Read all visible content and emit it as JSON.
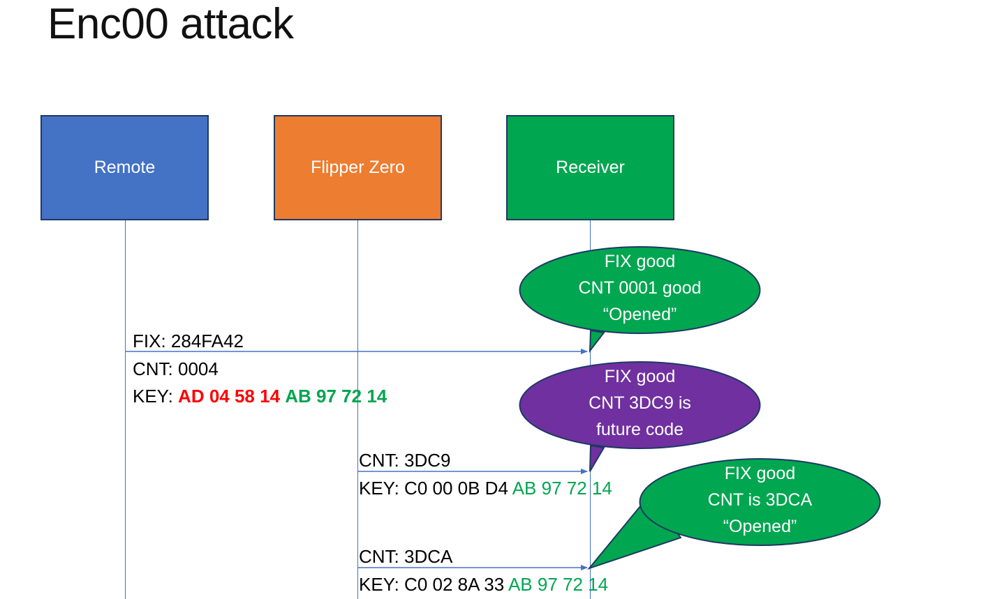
{
  "slide": {
    "title": "Enc00 attack"
  },
  "actors": [
    {
      "id": "remote",
      "label": "Remote",
      "color": "#4472C4"
    },
    {
      "id": "flipper",
      "label": "Flipper Zero",
      "color": "#ED7D31"
    },
    {
      "id": "receiver",
      "label": "Receiver",
      "color": "#00A650"
    }
  ],
  "messages": [
    {
      "id": "msg1",
      "from": "remote",
      "to": "receiver",
      "fix_line": "FIX: 284FA42",
      "cnt_line": "CNT: 0004",
      "key_prefix": "KEY: ",
      "key_red": "AD 04 58 14",
      "key_green": "AB 97 72 14"
    },
    {
      "id": "msg2",
      "from": "flipper",
      "to": "receiver",
      "cnt_line": "CNT: 3DC9",
      "key_prefix": "KEY: C0 00 0B D4 ",
      "key_green": "AB 97 72 14"
    },
    {
      "id": "msg3",
      "from": "flipper",
      "to": "receiver",
      "cnt_line": "CNT: 3DCA",
      "key_prefix": "KEY: C0 02 8A 33 ",
      "key_green": "AB 97 72 14"
    }
  ],
  "callouts": [
    {
      "id": "callout-1",
      "color": "#00A650",
      "lines": [
        "FIX good",
        "CNT 0001 good",
        "“Opened”"
      ]
    },
    {
      "id": "callout-2",
      "color": "#7030A0",
      "lines": [
        "FIX good",
        "CNT 3DC9 is",
        "future code"
      ]
    },
    {
      "id": "callout-3",
      "color": "#00A650",
      "lines": [
        "FIX good",
        "CNT is 3DCA",
        "“Opened”"
      ]
    }
  ],
  "colors": {
    "blue": "#4472C4",
    "orange": "#ED7D31",
    "green": "#00A650",
    "purple": "#7030A0",
    "key_red": "#FF0000",
    "key_green": "#00A550",
    "outline": "#1F3864"
  }
}
